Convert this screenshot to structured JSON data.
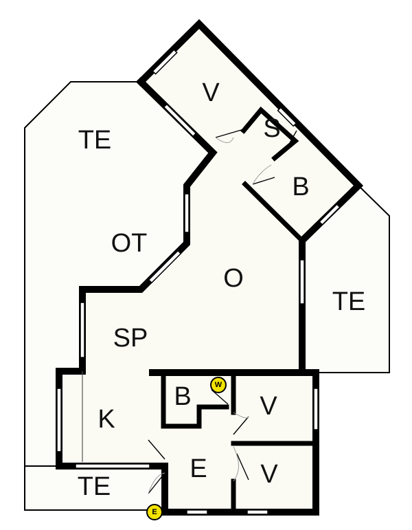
{
  "rooms": {
    "te_top_left": "TE",
    "te_right": "TE",
    "te_bottom": "TE",
    "v_top": "V",
    "s": "S",
    "b_upper": "B",
    "ot": "OT",
    "o": "O",
    "sp": "SP",
    "k": "K",
    "b_lower": "B",
    "v_mid": "V",
    "v_bottom": "V",
    "e": "E"
  },
  "markers": {
    "w": "W",
    "e": "E"
  },
  "colors": {
    "wall": "#000000",
    "floor": "#fbfbf4",
    "marker": "#f2e400"
  }
}
